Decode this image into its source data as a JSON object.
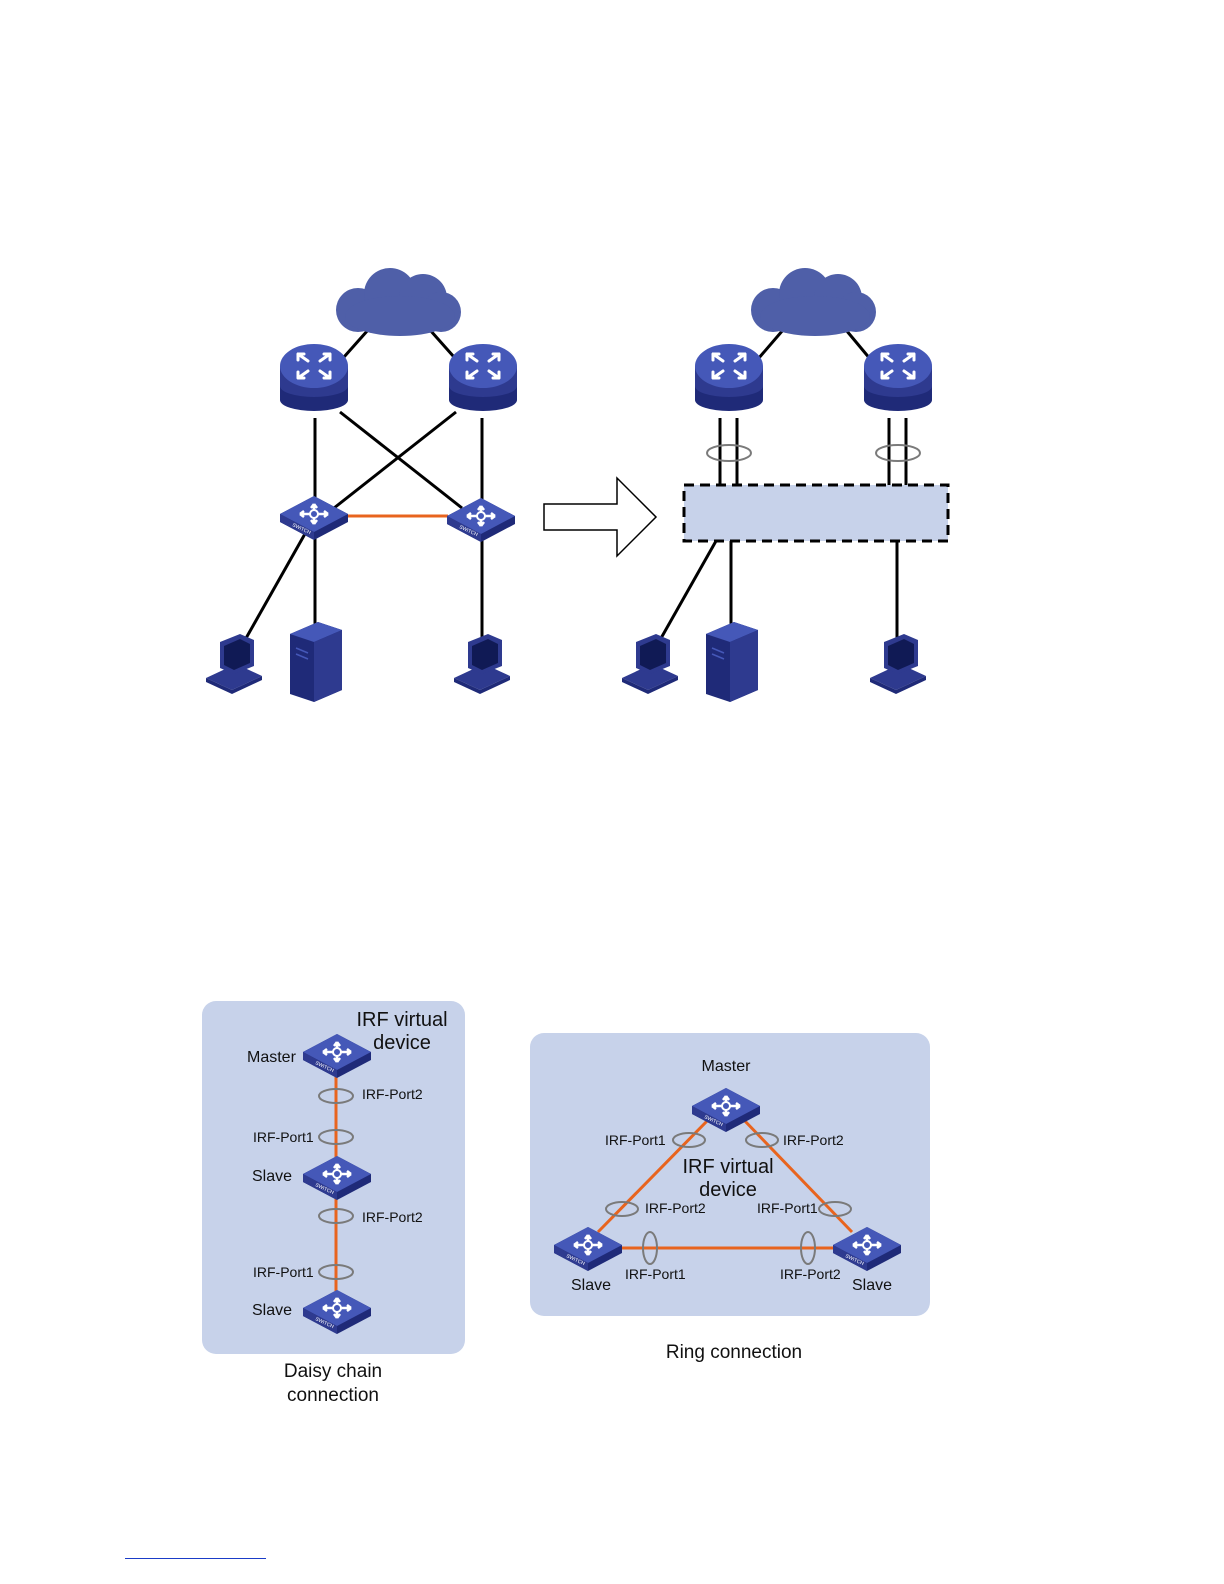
{
  "colors": {
    "device_blue": "#2e3a8f",
    "device_face": "#4558b8",
    "cloud": "#4f5fa8",
    "panel": "#c7d2ea",
    "irf_link": "#e8641e",
    "wire": "#000000"
  },
  "icons": [
    "cloud-icon",
    "router-icon",
    "switch-icon",
    "pc-icon",
    "server-icon",
    "arrow-icon"
  ],
  "irf_diagrams": {
    "daisy_chain": {
      "panel_title": "IRF virtual device",
      "caption": [
        "Daisy chain",
        "connection"
      ],
      "master_label": "Master",
      "slave1_label": "Slave",
      "slave2_label": "Slave",
      "ports": {
        "m_port2": "IRF-Port2",
        "s1_port1": "IRF-Port1",
        "s1_port2": "IRF-Port2",
        "s2_port1": "IRF-Port1"
      }
    },
    "ring": {
      "panel_title": "IRF virtual device",
      "caption": "Ring connection",
      "master_label": "Master",
      "left_slave_label": "Slave",
      "right_slave_label": "Slave",
      "ports": {
        "m_port1": "IRF-Port1",
        "m_port2": "IRF-Port2",
        "l_port2": "IRF-Port2",
        "l_port1": "IRF-Port1",
        "r_port1": "IRF-Port1",
        "r_port2": "IRF-Port2"
      }
    }
  }
}
